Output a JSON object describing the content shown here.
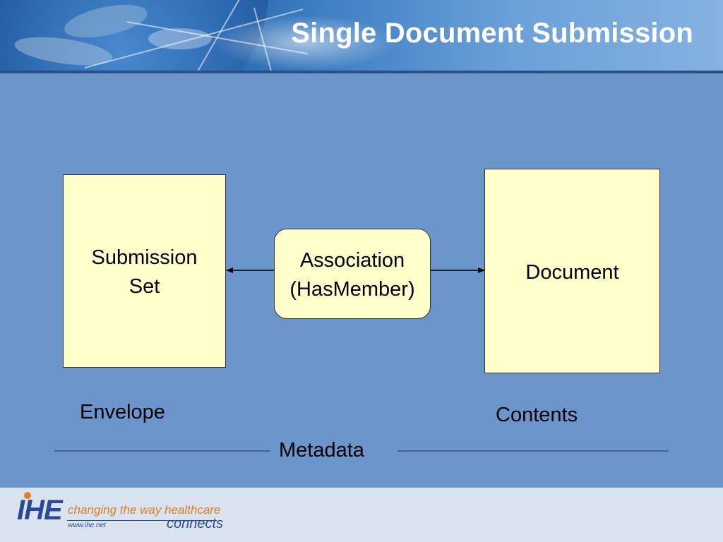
{
  "slide": {
    "title": "Single Document Submission"
  },
  "diagram": {
    "submission_set": {
      "line1": "Submission",
      "line2": "Set"
    },
    "association": {
      "line1": "Association",
      "line2": "(HasMember)"
    },
    "document": {
      "label": "Document"
    },
    "envelope_label": "Envelope",
    "contents_label": "Contents",
    "metadata_label": "Metadata"
  },
  "logo": {
    "name": "IHE",
    "tagline": "changing the way healthcare",
    "url": "www.ihe.net",
    "connects": "connects"
  },
  "colors": {
    "background": "#6b95cb",
    "box_fill": "#ffffcc",
    "title": "#ffffff",
    "logo_blue": "#2b4a95",
    "logo_orange": "#e07b1f"
  }
}
